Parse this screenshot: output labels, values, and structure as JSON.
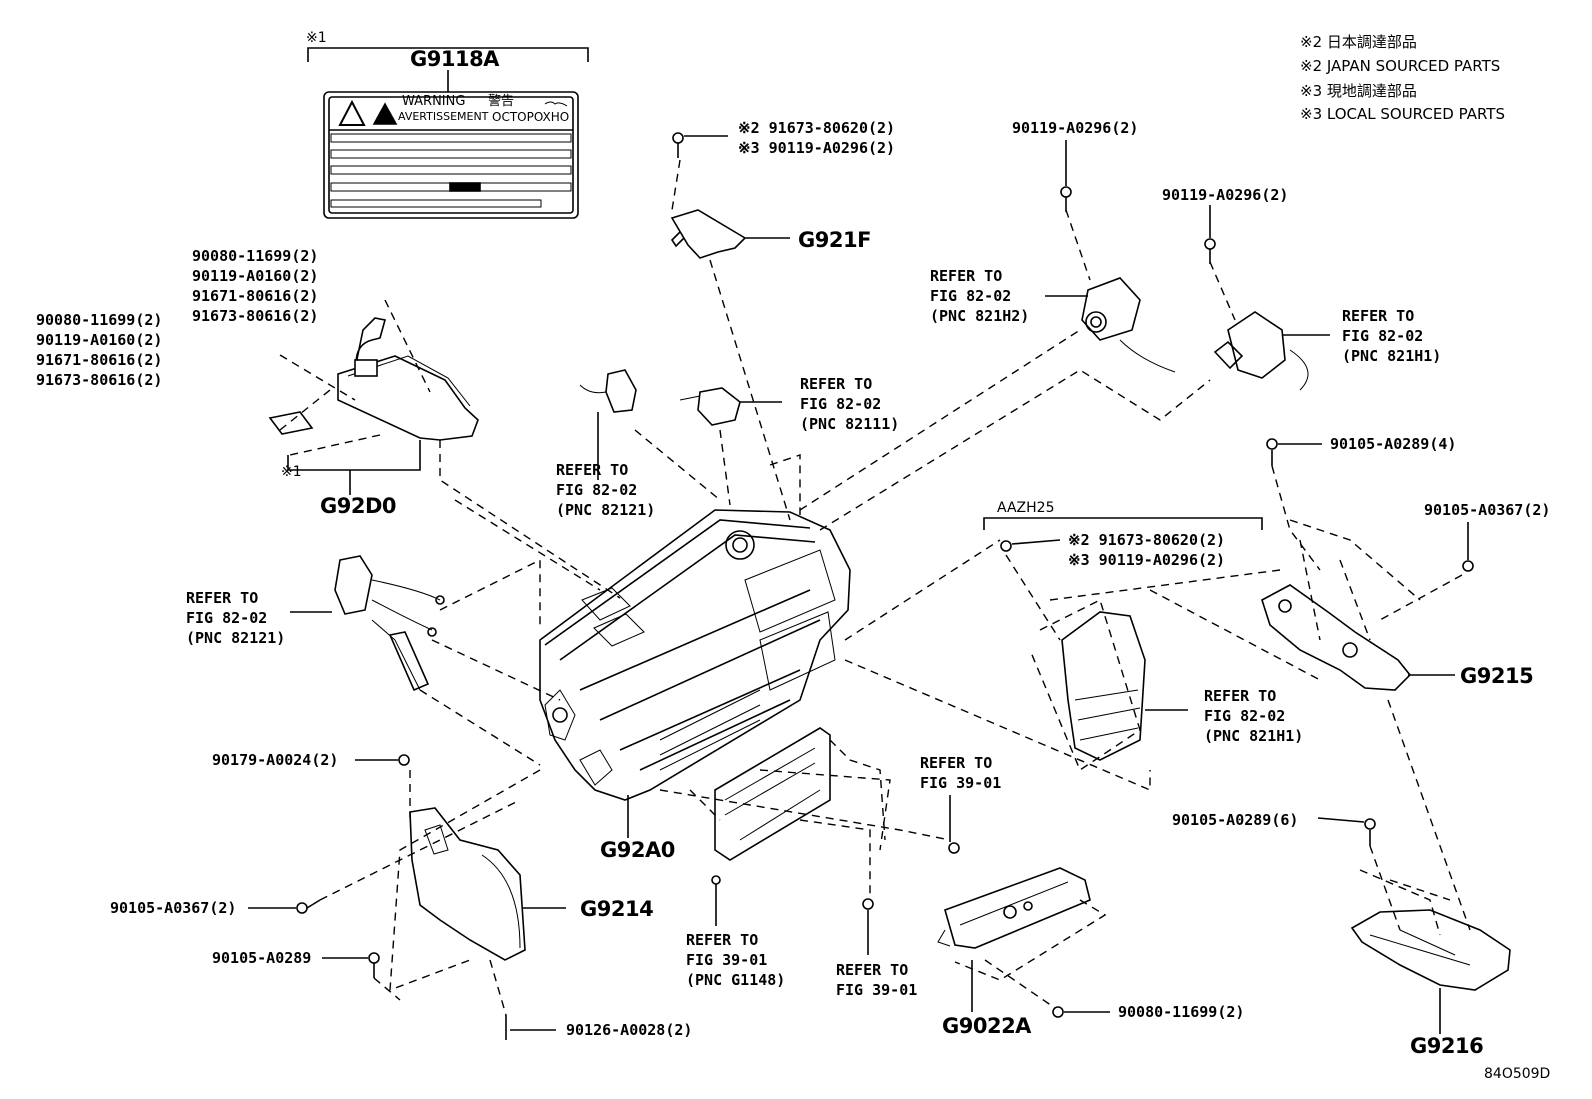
{
  "notes": [
    "※2 日本調達部品",
    "※2 JAPAN SOURCED PARTS",
    "※3 現地調達部品",
    "※3 LOCAL SOURCED PARTS"
  ],
  "figure_id": "84O509D",
  "model_code": "AAZH25",
  "note_marker": "※1",
  "warning_label": {
    "part": "G9118A",
    "line1": "WARNING",
    "line1_jp": "警告",
    "line2": "AVERTISSEMENT",
    "line2_ru": "OCTOPOXHO"
  },
  "parts": {
    "g921f": "G921F",
    "g92d0": "G92D0",
    "g92a0": "G92A0",
    "g9214": "G9214",
    "g9215": "G9215",
    "g9216": "G9216",
    "g9022a": "G9022A"
  },
  "callouts": {
    "top_bolt": "※2 91673-80620(2)\n※3 90119-A0296(2)",
    "right_bolt_1": "90119-A0296(2)",
    "right_bolt_2": "90119-A0296(2)",
    "cover_bolts_top": "90080-11699(2)\n90119-A0160(2)\n91671-80616(2)\n91673-80616(2)",
    "cover_bolts_left": "90080-11699(2)\n90119-A0160(2)\n91671-80616(2)\n91673-80616(2)",
    "ref_821h2": "REFER TO\nFIG 82-02\n(PNC 821H2)",
    "ref_821h1_top": "REFER TO\nFIG 82-02\n(PNC 821H1)",
    "ref_82111": "REFER TO\nFIG 82-02\n(PNC 82111)",
    "ref_82121_mid": "REFER TO\nFIG 82-02\n(PNC 82121)",
    "ref_82121_left": "REFER TO\nFIG 82-02\n(PNC 82121)",
    "bolt_4": "90105-A0289(4)",
    "bolt_0367_right": "90105-A0367(2)",
    "aazh_bolt": "※2 91673-80620(2)\n※3 90119-A0296(2)",
    "ref_821h1_bottom": "REFER TO\nFIG 82-02\n(PNC 821H1)",
    "nut_0024": "90179-A0024(2)",
    "ref_39_top": "REFER TO\nFIG 39-01",
    "bolt_0289_6": "90105-A0289(6)",
    "bolt_0367_left": "90105-A0367(2)",
    "bolt_0289": "90105-A0289",
    "ref_g1148": "REFER TO\nFIG 39-01\n(PNC G1148)",
    "ref_39_bottom": "REFER TO\nFIG 39-01",
    "bolt_0028": "90126-A0028(2)",
    "bolt_11699_bottom": "90080-11699(2)"
  }
}
